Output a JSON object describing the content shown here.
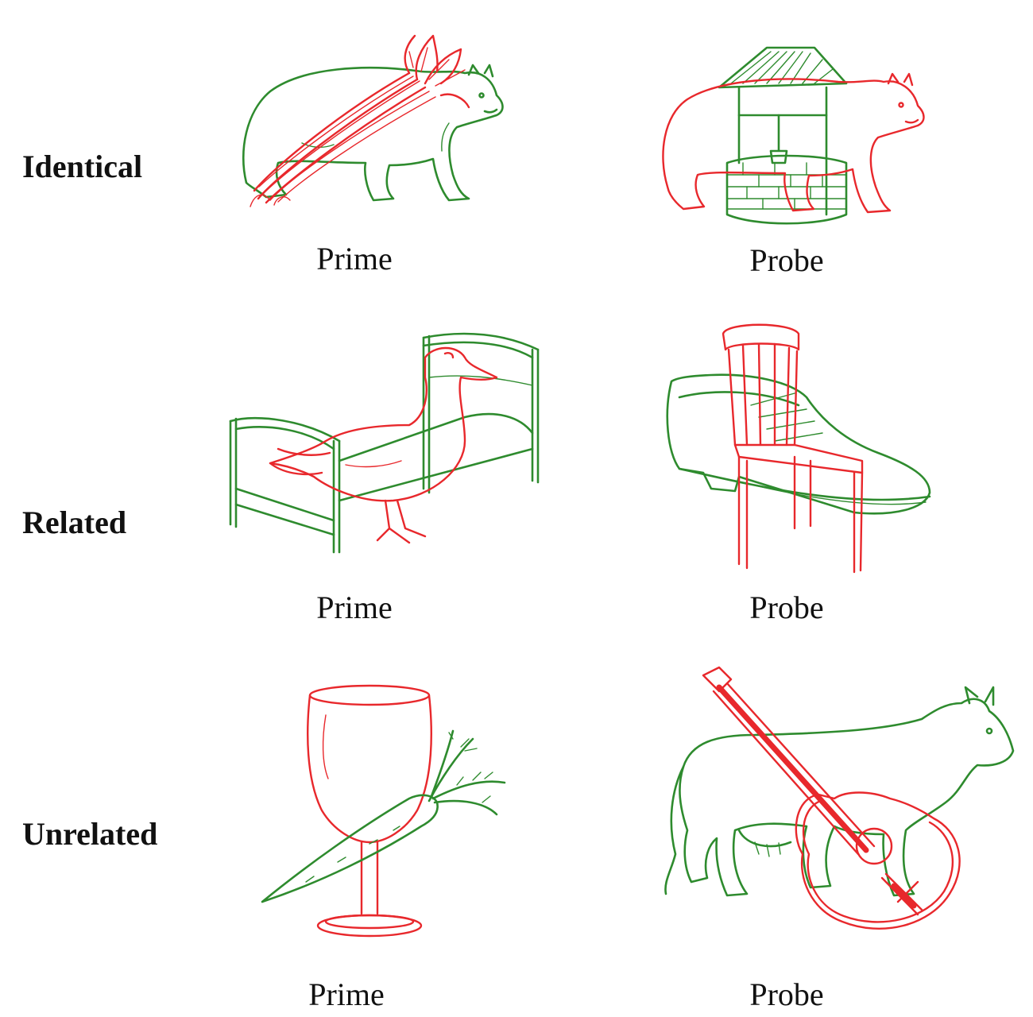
{
  "colors": {
    "green": "#2e8b2e",
    "red": "#e8282c"
  },
  "rows": [
    {
      "label": "Identical",
      "prime": {
        "caption": "Prime",
        "green_object": "bear",
        "red_object": "celery"
      },
      "probe": {
        "caption": "Probe",
        "green_object": "well",
        "red_object": "bear"
      }
    },
    {
      "label": "Related",
      "prime": {
        "caption": "Prime",
        "green_object": "bed",
        "red_object": "duck"
      },
      "probe": {
        "caption": "Probe",
        "green_object": "shoe",
        "red_object": "chair"
      }
    },
    {
      "label": "Unrelated",
      "prime": {
        "caption": "Prime",
        "green_object": "carrot",
        "red_object": "wine-glass"
      },
      "probe": {
        "caption": "Probe",
        "green_object": "cow",
        "red_object": "guitar"
      }
    }
  ]
}
